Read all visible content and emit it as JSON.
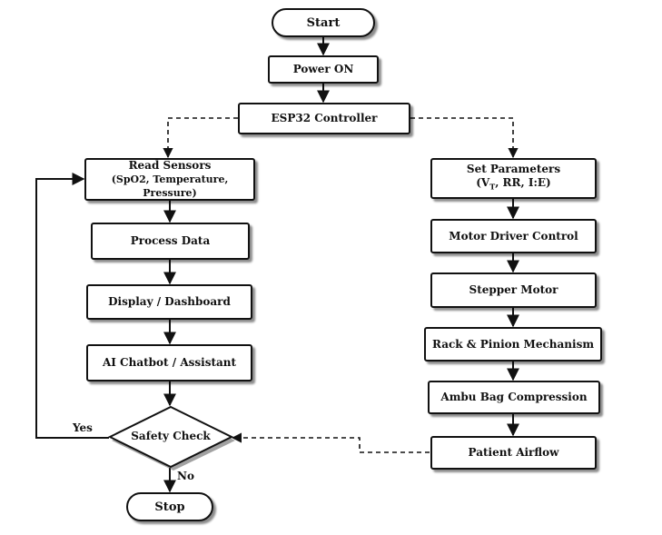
{
  "nodes": {
    "start": "Start",
    "power_on": "Power ON",
    "esp32": "ESP32 Controller",
    "read_sensors": "Read Sensors",
    "read_sensors_sub": "(SpO2, Temperature, Pressure)",
    "process_data": "Process Data",
    "display": "Display / Dashboard",
    "ai_chatbot": "AI Chatbot / Assistant",
    "safety_check": "Safety Check",
    "stop": "Stop",
    "set_parameters": "Set Parameters",
    "set_parameters_sub_pre": "(V",
    "set_parameters_sub_t": "T",
    "set_parameters_sub_post": ", RR, I:E)",
    "motor_driver": "Motor Driver Control",
    "stepper_motor": "Stepper Motor",
    "rack_pinion": "Rack & Pinion Mechanism",
    "ambu_bag": "Ambu Bag Compression",
    "patient_airflow": "Patient Airflow"
  },
  "edge_labels": {
    "yes": "Yes",
    "no": "No"
  },
  "colors": {
    "stroke": "#111111",
    "background": "#ffffff",
    "shadow": "rgba(0,0,0,0.45)"
  }
}
